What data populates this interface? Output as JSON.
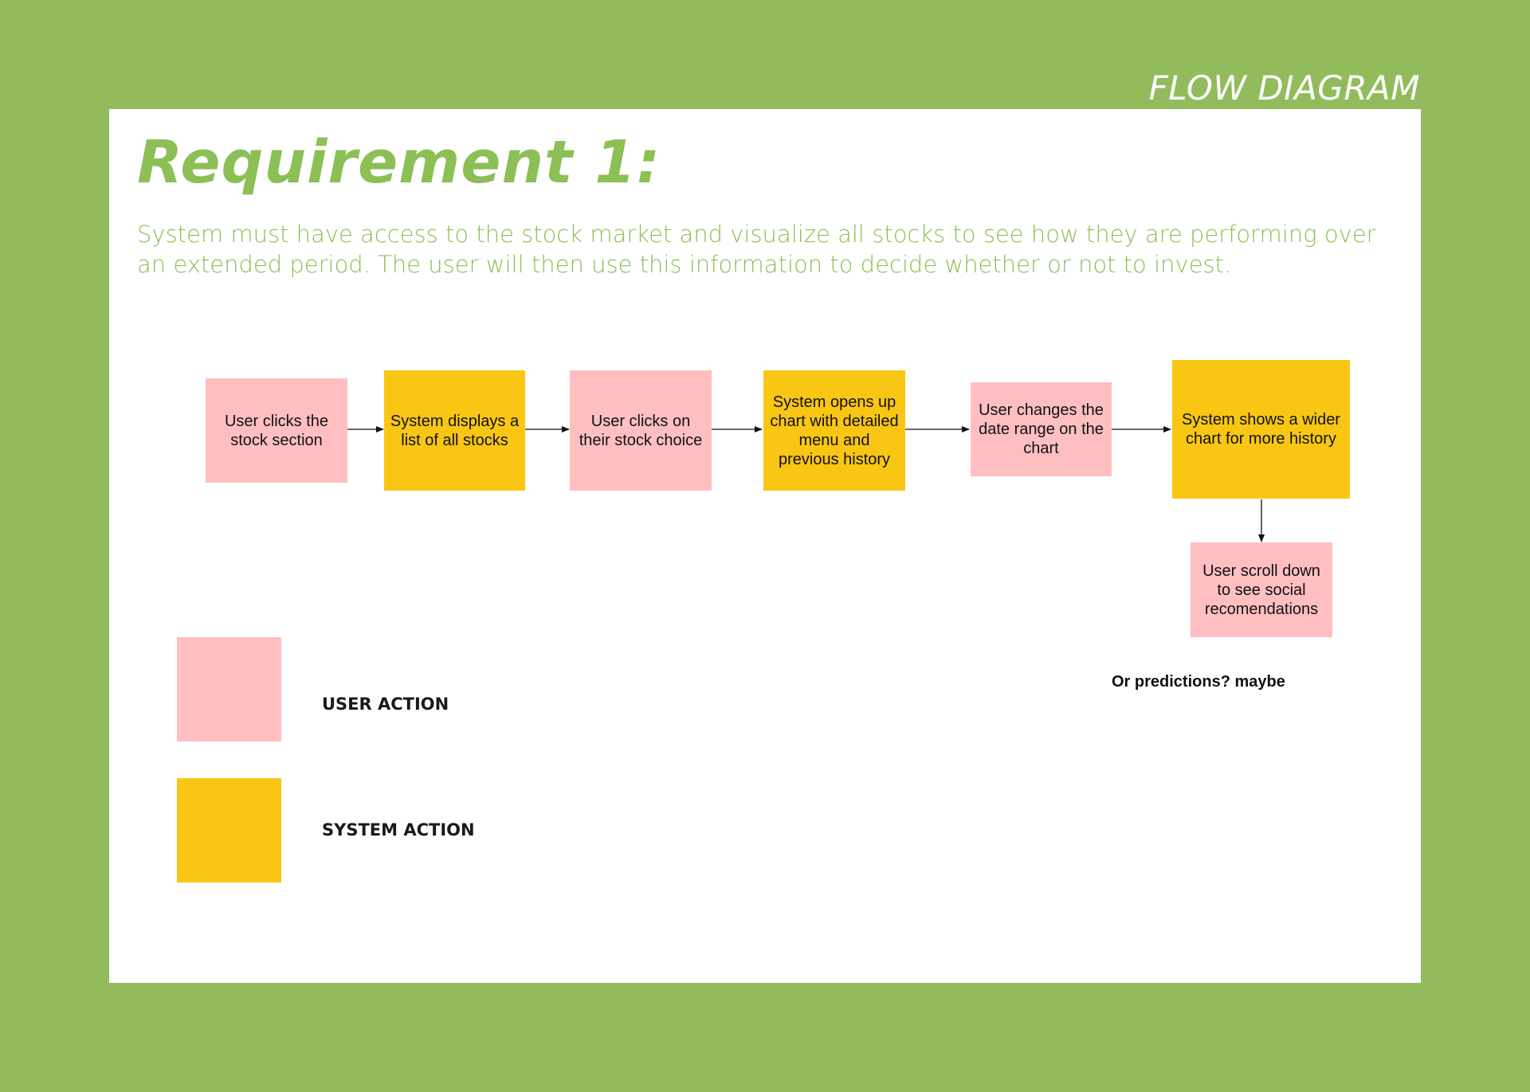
{
  "header": {
    "section_label": "FLOW DIAGRAM"
  },
  "requirement": {
    "title": "Requirement 1:",
    "description": "System must have access to the stock market and visualize all stocks to see how they are performing over an extended period. The user will then use this information to decide whether or not to invest."
  },
  "colors": {
    "background": "#92bc5b",
    "accent_green": "#8cbf55",
    "user_action": "#ffbfc1",
    "system_action": "#f9c614"
  },
  "flow": {
    "steps": [
      {
        "text": "User clicks the stock section",
        "kind": "user"
      },
      {
        "text": "System displays a list of all stocks",
        "kind": "system"
      },
      {
        "text": "User clicks on their stock choice",
        "kind": "user"
      },
      {
        "text": "System opens up chart with detailed menu and previous history",
        "kind": "system"
      },
      {
        "text": "User changes the date range on the chart",
        "kind": "user"
      },
      {
        "text": "System shows a wider chart for more history",
        "kind": "system"
      },
      {
        "text": "User scroll down to see social recomendations",
        "kind": "user"
      }
    ],
    "note": "Or predictions? maybe"
  },
  "legend": {
    "user_action_label": "USER ACTION",
    "system_action_label": "SYSTEM ACTION"
  }
}
